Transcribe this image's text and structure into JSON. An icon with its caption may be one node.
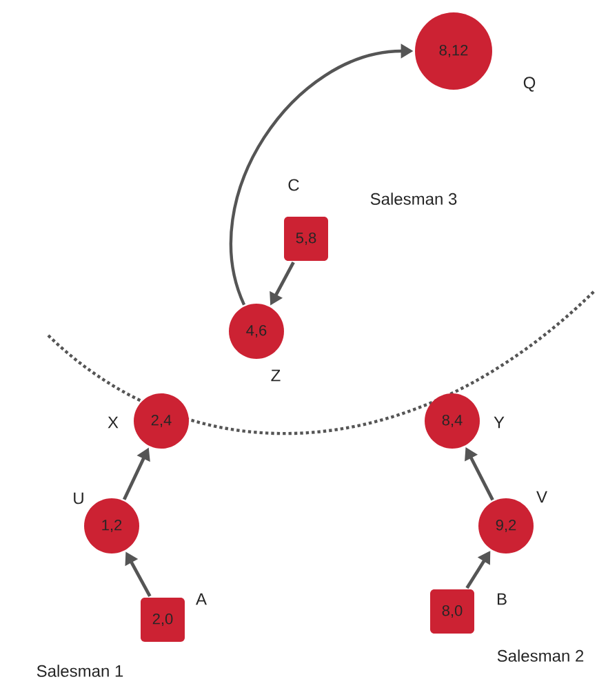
{
  "diagram": {
    "nodes": [
      {
        "text": [
          "8,12"
        ],
        "beside": [
          "Q"
        ]
      },
      {
        "text": [
          "5,8"
        ],
        "beside": [
          "C"
        ]
      },
      {
        "text": [
          "4,6"
        ],
        "beside": [
          "Z"
        ]
      },
      {
        "text": [
          "2,4"
        ],
        "beside": [
          "X"
        ]
      },
      {
        "text": [
          "8,4"
        ],
        "beside": [
          "Y"
        ]
      },
      {
        "text": [
          "1,2"
        ],
        "beside": [
          "U"
        ]
      },
      {
        "text": [
          "9,2"
        ],
        "beside": [
          "V"
        ]
      },
      {
        "text": [
          "2,0"
        ],
        "beside": [
          "A"
        ]
      },
      {
        "text": [
          "8,0"
        ],
        "beside": [
          "B"
        ]
      }
    ],
    "edges": [
      {
        "from": 2,
        "to": 0,
        "arrow": "to"
      },
      {
        "from": 1,
        "to": 2,
        "arrow": "to"
      },
      {
        "from": 7,
        "to": 5,
        "arrow": "to"
      },
      {
        "from": 5,
        "to": 3,
        "arrow": "to"
      },
      {
        "from": 8,
        "to": 6,
        "arrow": "to"
      },
      {
        "from": 6,
        "to": 4,
        "arrow": "to"
      }
    ],
    "labels": [
      "Salesman 3",
      "Salesman 1",
      "Salesman 2"
    ]
  }
}
